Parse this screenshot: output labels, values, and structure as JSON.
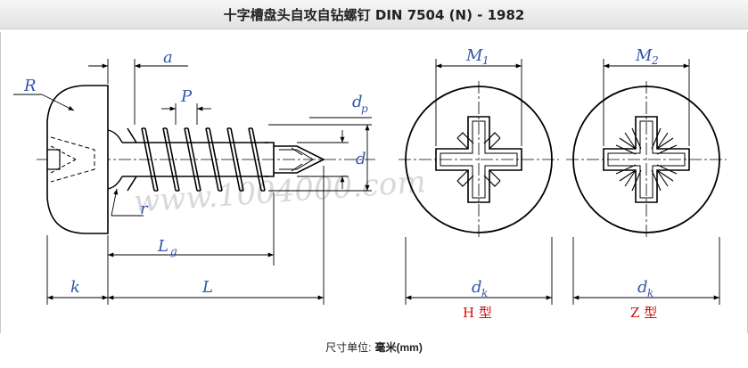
{
  "title": "十字槽盘头自攻自钻螺钉 DIN 7504 (N) - 1982",
  "labels": {
    "a": "a",
    "P": "P",
    "R": "R",
    "r": "r",
    "dp_main": "d",
    "dp_sub": "p",
    "d": "d",
    "Lg_main": "L",
    "Lg_sub": "g",
    "k": "k",
    "L": "L",
    "M1_main": "M",
    "M1_sub": "1",
    "M2_main": "M",
    "M2_sub": "2",
    "dk_main": "d",
    "dk_sub": "k"
  },
  "types": {
    "h": "H  型",
    "z": "Z  型"
  },
  "watermark": "www.1004000.com",
  "footer": {
    "label": "尺寸单位:",
    "unit": "毫米(mm)"
  },
  "colors": {
    "drawing": "#000000",
    "labels": "#3355aa",
    "type_labels": "#d01010",
    "watermark": "#d8d8d8"
  }
}
